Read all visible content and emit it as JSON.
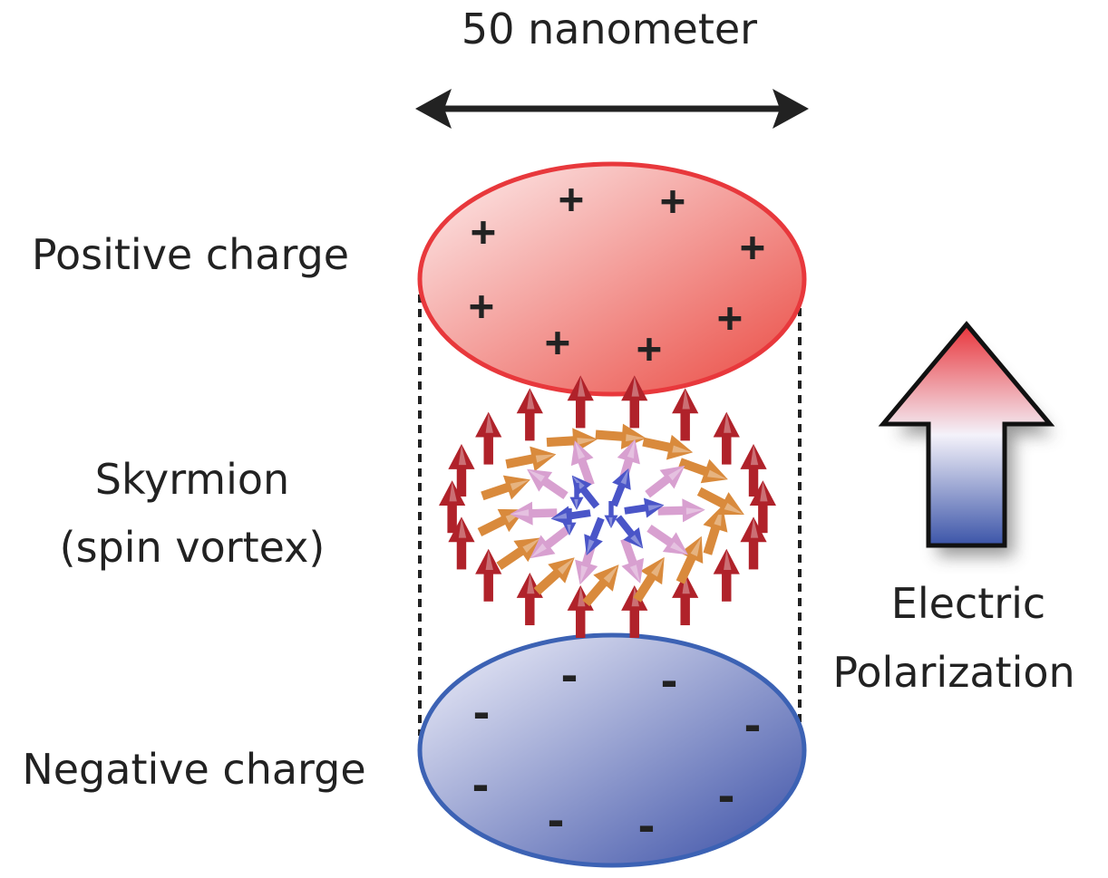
{
  "scale_label": "50 nanometer",
  "positive_label": "Positive charge",
  "skyrmion_label_line1": "Skyrmion",
  "skyrmion_label_line2": "(spin vortex)",
  "negative_label": "Negative charge",
  "polarization_line1": "Electric",
  "polarization_line2": "Polarization",
  "positive_symbol": "+",
  "negative_symbol": "-",
  "colors": {
    "positive_stroke": "#e8383c",
    "negative_stroke": "#3c62b4",
    "spin_up": "#b0222a",
    "spin_mid": "#d98a3c",
    "spin_down": "#4a55c8",
    "spin_in_plane": "#d8a0d0",
    "text": "#222222"
  }
}
